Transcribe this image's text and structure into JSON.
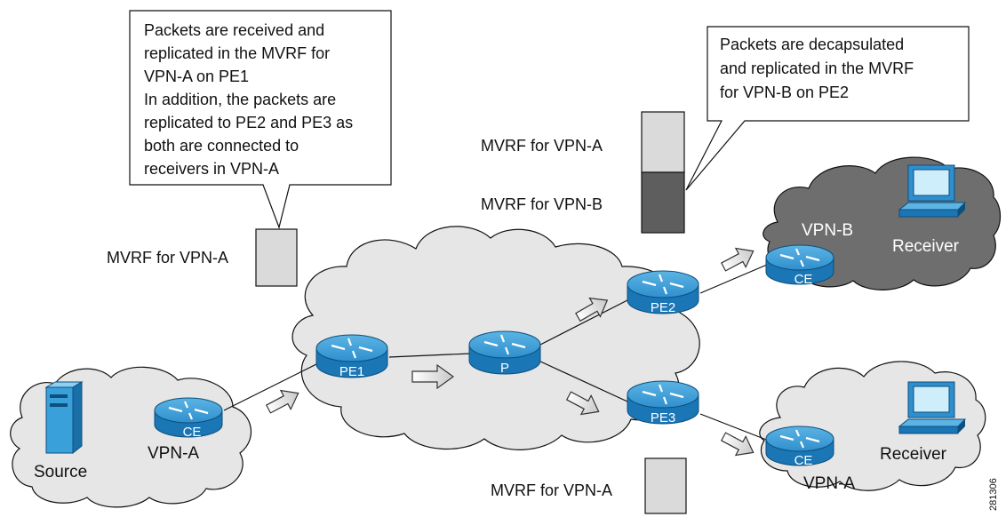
{
  "callouts": {
    "pe1_lines": [
      "Packets are received and",
      "replicated in the MVRF for",
      "VPN-A on PE1",
      "In addition, the packets are",
      "replicated to PE2 and PE3 as",
      "both are connected to",
      "receivers in VPN-A"
    ],
    "pe2_lines": [
      "Packets are decapsulated",
      "and replicated in the MVRF",
      "for VPN-B on PE2"
    ]
  },
  "mvrf_labels": {
    "pe1_vpn_a": "MVRF for VPN-A",
    "pe2_vpn_a": "MVRF for VPN-A",
    "pe2_vpn_b": "MVRF for VPN-B",
    "pe3_vpn_a": "MVRF for VPN-A"
  },
  "routers": {
    "ce_source": "CE",
    "pe1": "PE1",
    "p": "P",
    "pe2": "PE2",
    "pe3": "PE3",
    "ce_vpn_b": "CE",
    "ce_vpn_a": "CE"
  },
  "sites": {
    "source_vpn": "VPN-A",
    "source_host": "Source",
    "vpn_b": "VPN-B",
    "vpn_b_host": "Receiver",
    "vpn_a": "VPN-A",
    "vpn_a_host": "Receiver"
  },
  "figure_id": "281306",
  "colors": {
    "router_top": "#3c9fd6",
    "router_side": "#1a76b5",
    "cloud_light": "#e4e4e4",
    "cloud_dark": "#6b6b6b",
    "mvrf_light": "#dadada",
    "mvrf_dark": "#5e5e5e"
  }
}
